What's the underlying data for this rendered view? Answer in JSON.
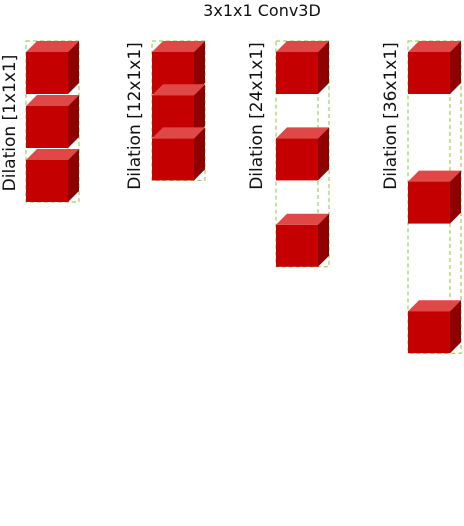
{
  "title": "3x1x1 Conv3D",
  "columns": [
    {
      "label": "Dilation [1x1x1]",
      "dilation": 1
    },
    {
      "label": "Dilation [12x1x1]",
      "dilation": 12
    },
    {
      "label": "Dilation [24x1x1]",
      "dilation": 24
    },
    {
      "label": "Dilation [36x1x1]",
      "dilation": 36
    }
  ],
  "colors": {
    "cube_front": "#c40000",
    "cube_top": "#e04848",
    "cube_side": "#8f0000",
    "frame": "#8cc63f"
  }
}
